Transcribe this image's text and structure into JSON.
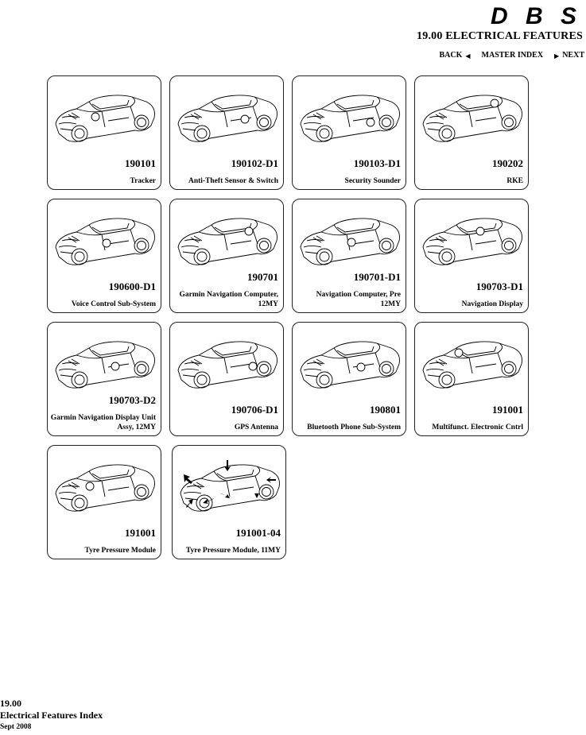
{
  "brand": {
    "logo_text": "DBS"
  },
  "header": {
    "section_title": "19.00 ELECTRICAL FEATURES"
  },
  "nav": {
    "back": "BACK",
    "master_index": "MASTER INDEX",
    "next": "NEXT"
  },
  "cards": [
    {
      "code": "190101",
      "label": "Tracker",
      "icon": "car-locator-icon"
    },
    {
      "code": "190102-D1",
      "label": "Anti-Theft Sensor & Switch",
      "icon": "car-locator-icon"
    },
    {
      "code": "190103-D1",
      "label": "Security Sounder",
      "icon": "car-locator-icon"
    },
    {
      "code": "190202",
      "label": "RKE",
      "icon": "car-locator-icon"
    },
    {
      "code": "190600-D1",
      "label": "Voice Control Sub-System",
      "icon": "car-locator-icon"
    },
    {
      "code": "190701",
      "label": "Garmin Navigation Computer, 12MY",
      "icon": "car-locator-icon"
    },
    {
      "code": "190701-D1",
      "label": "Navigation Computer, Pre 12MY",
      "icon": "car-locator-icon"
    },
    {
      "code": "190703-D1",
      "label": "Navigation Display",
      "icon": "car-locator-icon"
    },
    {
      "code": "190703-D2",
      "label": "Garmin Navigation Display Unit Assy, 12MY",
      "icon": "car-locator-icon"
    },
    {
      "code": "190706-D1",
      "label": "GPS Antenna",
      "icon": "car-locator-icon"
    },
    {
      "code": "190801",
      "label": "Bluetooth Phone Sub-System",
      "icon": "car-locator-icon"
    },
    {
      "code": "191001",
      "label": "Multifunct. Electronic Cntrl",
      "icon": "car-locator-icon"
    },
    {
      "code": "191001",
      "label": "Tyre Pressure Module",
      "icon": "car-locator-icon"
    },
    {
      "code": "191001-04",
      "label": "Tyre Pressure Module, 11MY",
      "icon": "car-arrows-icon"
    }
  ],
  "footer": {
    "section_number": "19.00",
    "title": "Electrical Features Index",
    "date": "Sept 2008"
  }
}
